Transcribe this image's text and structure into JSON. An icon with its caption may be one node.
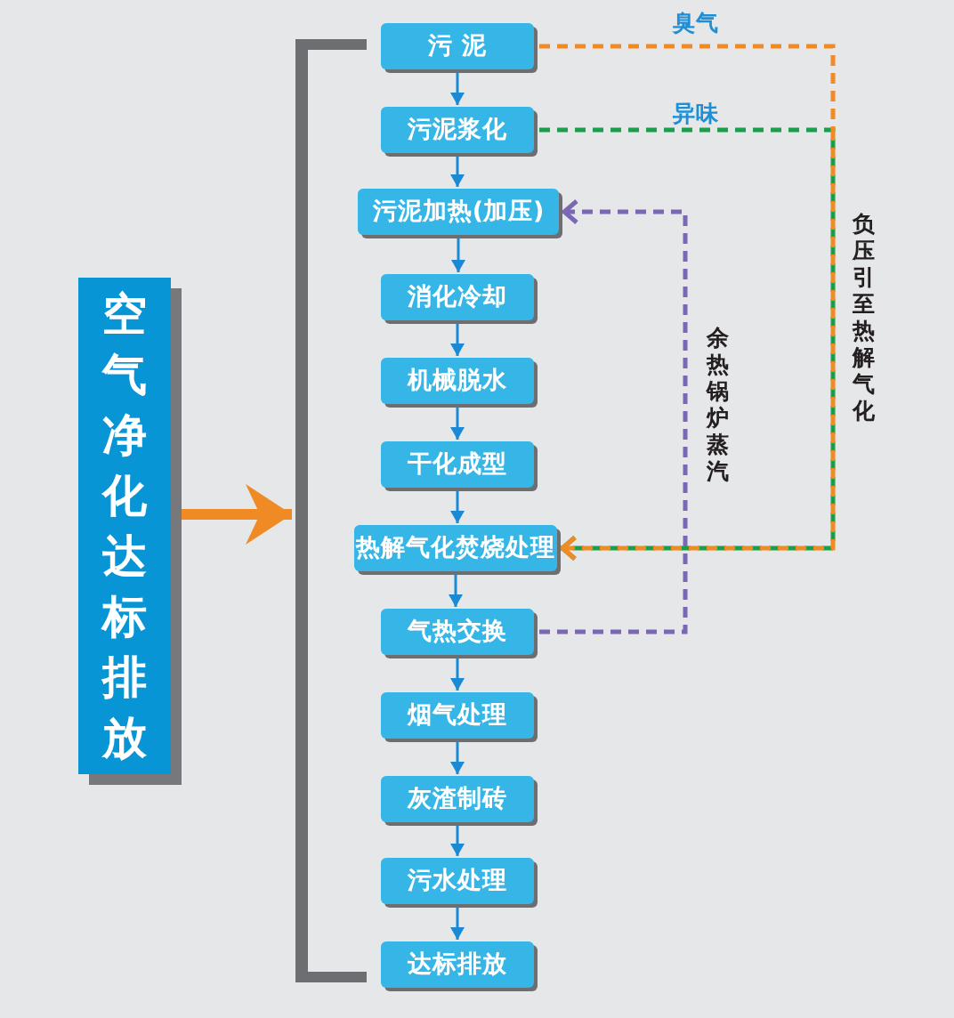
{
  "diagram": {
    "nodes": [
      {
        "text": [
          "污 泥"
        ]
      },
      {
        "text": [
          "污泥浆化"
        ]
      },
      {
        "text": [
          "污泥加热(加压)"
        ]
      },
      {
        "text": [
          "消化冷却"
        ]
      },
      {
        "text": [
          "机械脱水"
        ]
      },
      {
        "text": [
          "干化成型"
        ]
      },
      {
        "text": [
          "热解气化焚烧处理"
        ]
      },
      {
        "text": [
          "气热交换"
        ]
      },
      {
        "text": [
          "烟气处理"
        ]
      },
      {
        "text": [
          "灰渣制砖"
        ]
      },
      {
        "text": [
          "污水处理"
        ]
      },
      {
        "text": [
          "达标排放"
        ]
      },
      {
        "text": [
          "空气净化达标排放"
        ]
      },
      {
        "text": [],
        "shape": "bar"
      }
    ],
    "edges": [
      {
        "from": 0,
        "to": 1,
        "arrow": "to"
      },
      {
        "from": 1,
        "to": 2,
        "arrow": "to"
      },
      {
        "from": 2,
        "to": 3,
        "arrow": "to"
      },
      {
        "from": 3,
        "to": 4,
        "arrow": "to"
      },
      {
        "from": 4,
        "to": 5,
        "arrow": "to"
      },
      {
        "from": 5,
        "to": 6,
        "arrow": "to"
      },
      {
        "from": 6,
        "to": 7,
        "arrow": "to"
      },
      {
        "from": 7,
        "to": 8,
        "arrow": "to"
      },
      {
        "from": 8,
        "to": 9,
        "arrow": "to"
      },
      {
        "from": 9,
        "to": 10,
        "arrow": "to"
      },
      {
        "from": 10,
        "to": 11,
        "arrow": "to"
      },
      {
        "from": 0,
        "to": 6,
        "arrow": "to",
        "label": "臭气",
        "style": "dashed",
        "color": "#f08a24"
      },
      {
        "from": 1,
        "to": 6,
        "arrow": "to",
        "label": "异味",
        "style": "dashed",
        "color": "#1a9e4a"
      },
      {
        "from": 7,
        "to": 2,
        "arrow": "to",
        "label": "余热锅炉蒸汽",
        "style": "dashed",
        "color": "#7b68b5"
      },
      {
        "from": 12,
        "to": 13,
        "arrow": "to",
        "style": "thick",
        "color": "#f08a24"
      }
    ],
    "labels": [
      "负压引至热解气化"
    ]
  }
}
